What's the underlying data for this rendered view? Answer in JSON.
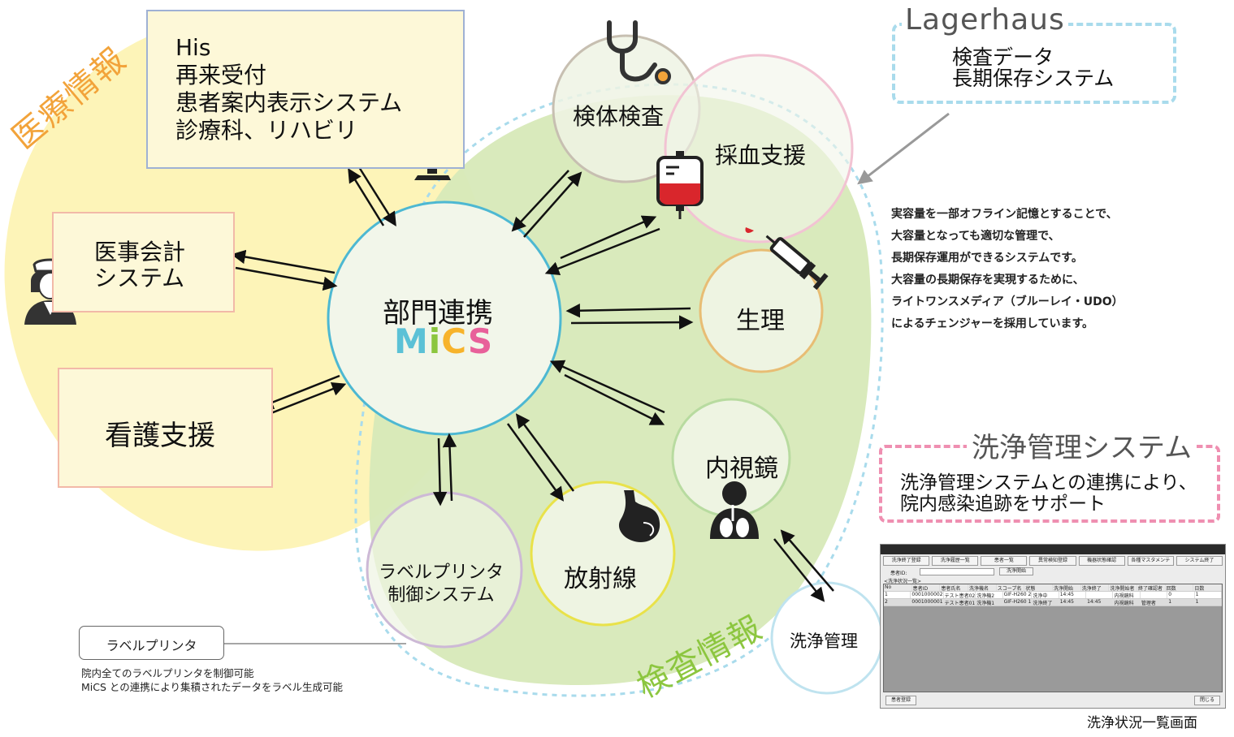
{
  "regions": {
    "medical_info": "医療情報",
    "inspection_info": "検査情報"
  },
  "his_box": {
    "lines": [
      "His",
      "再来受付",
      "患者案内表示システム",
      "診療科、リハビリ"
    ]
  },
  "left_boxes": {
    "accounting": [
      "医事会計",
      "システム"
    ],
    "nursing": "看護支援"
  },
  "center": {
    "title": "部門連携",
    "logo_letters": [
      "M",
      "i",
      "C",
      "S"
    ]
  },
  "departments": {
    "specimen": "検体検査",
    "blood": "採血支援",
    "physiology": "生理",
    "endoscope": "内視鏡",
    "radiology": "放射線",
    "label_printer_ctrl": [
      "ラベルプリンタ",
      "制御システム"
    ],
    "washing_mgmt": "洗浄管理"
  },
  "lagerhaus": {
    "title": "Lagerhaus",
    "lines": [
      "検査データ",
      "長期保存システム"
    ]
  },
  "note_lines": [
    "実容量を一部オフライン記憶とすることで、",
    "大容量となっても適切な管理で、",
    "長期保存運用ができるシステムです。",
    "大容量の長期保存を実現するために、",
    "ライトワンスメディア（ブルーレイ・UDO）",
    "によるチェンジャーを採用しています。"
  ],
  "washing_system": {
    "title": "洗浄管理システム",
    "lines": [
      "洗浄管理システムとの連携により、",
      "院内感染追跡をサポート"
    ]
  },
  "label_printer": {
    "label": "ラベルプリンタ",
    "lines": [
      "院内全てのラベルプリンタを制御可能",
      "MiCS との連携により集積されたデータをラベル生成可能"
    ]
  },
  "screenshot": {
    "caption": "洗浄状況一覧画面",
    "buttons": [
      "洗浄終了登録",
      "洗浄履歴一覧",
      "患者一覧",
      "異常検知登録",
      "機器状態確認",
      "各種マスタメンテ",
      "システム終了"
    ],
    "patient_label": "患者ID:",
    "start_button": "洗浄開始",
    "section": "<洗浄状況一覧>",
    "columns": [
      "No",
      "患者ID",
      "患者氏名",
      "洗浄機名",
      "スコープ名",
      "状態",
      "洗浄開始",
      "洗浄終了",
      "洗浄開始者",
      "終了確認者",
      "回数",
      "日数"
    ],
    "rows": [
      [
        "1",
        "0001000002",
        "テスト患者02",
        "洗浄機2",
        "GIF-H260 2",
        "洗浄中",
        "14:45",
        "",
        "内視鏡科",
        "",
        "0",
        "1"
      ],
      [
        "2",
        "0001000001",
        "テスト患者01",
        "洗浄機1",
        "GIF-H260 1",
        "洗浄終了",
        "14:45",
        "14:45",
        "内視鏡科",
        "管理者",
        "1",
        "1"
      ]
    ],
    "bottom_left": "患者登録",
    "bottom_right": "閉じる"
  },
  "colors": {
    "yellow_region": "#fdf3b0",
    "green_region": "#d9eabc",
    "accent_orange": "#f2a33a",
    "accent_green": "#8cc63f",
    "logo": [
      "#5bc1d6",
      "#8cc63f",
      "#f7b32b",
      "#e8609a"
    ]
  }
}
